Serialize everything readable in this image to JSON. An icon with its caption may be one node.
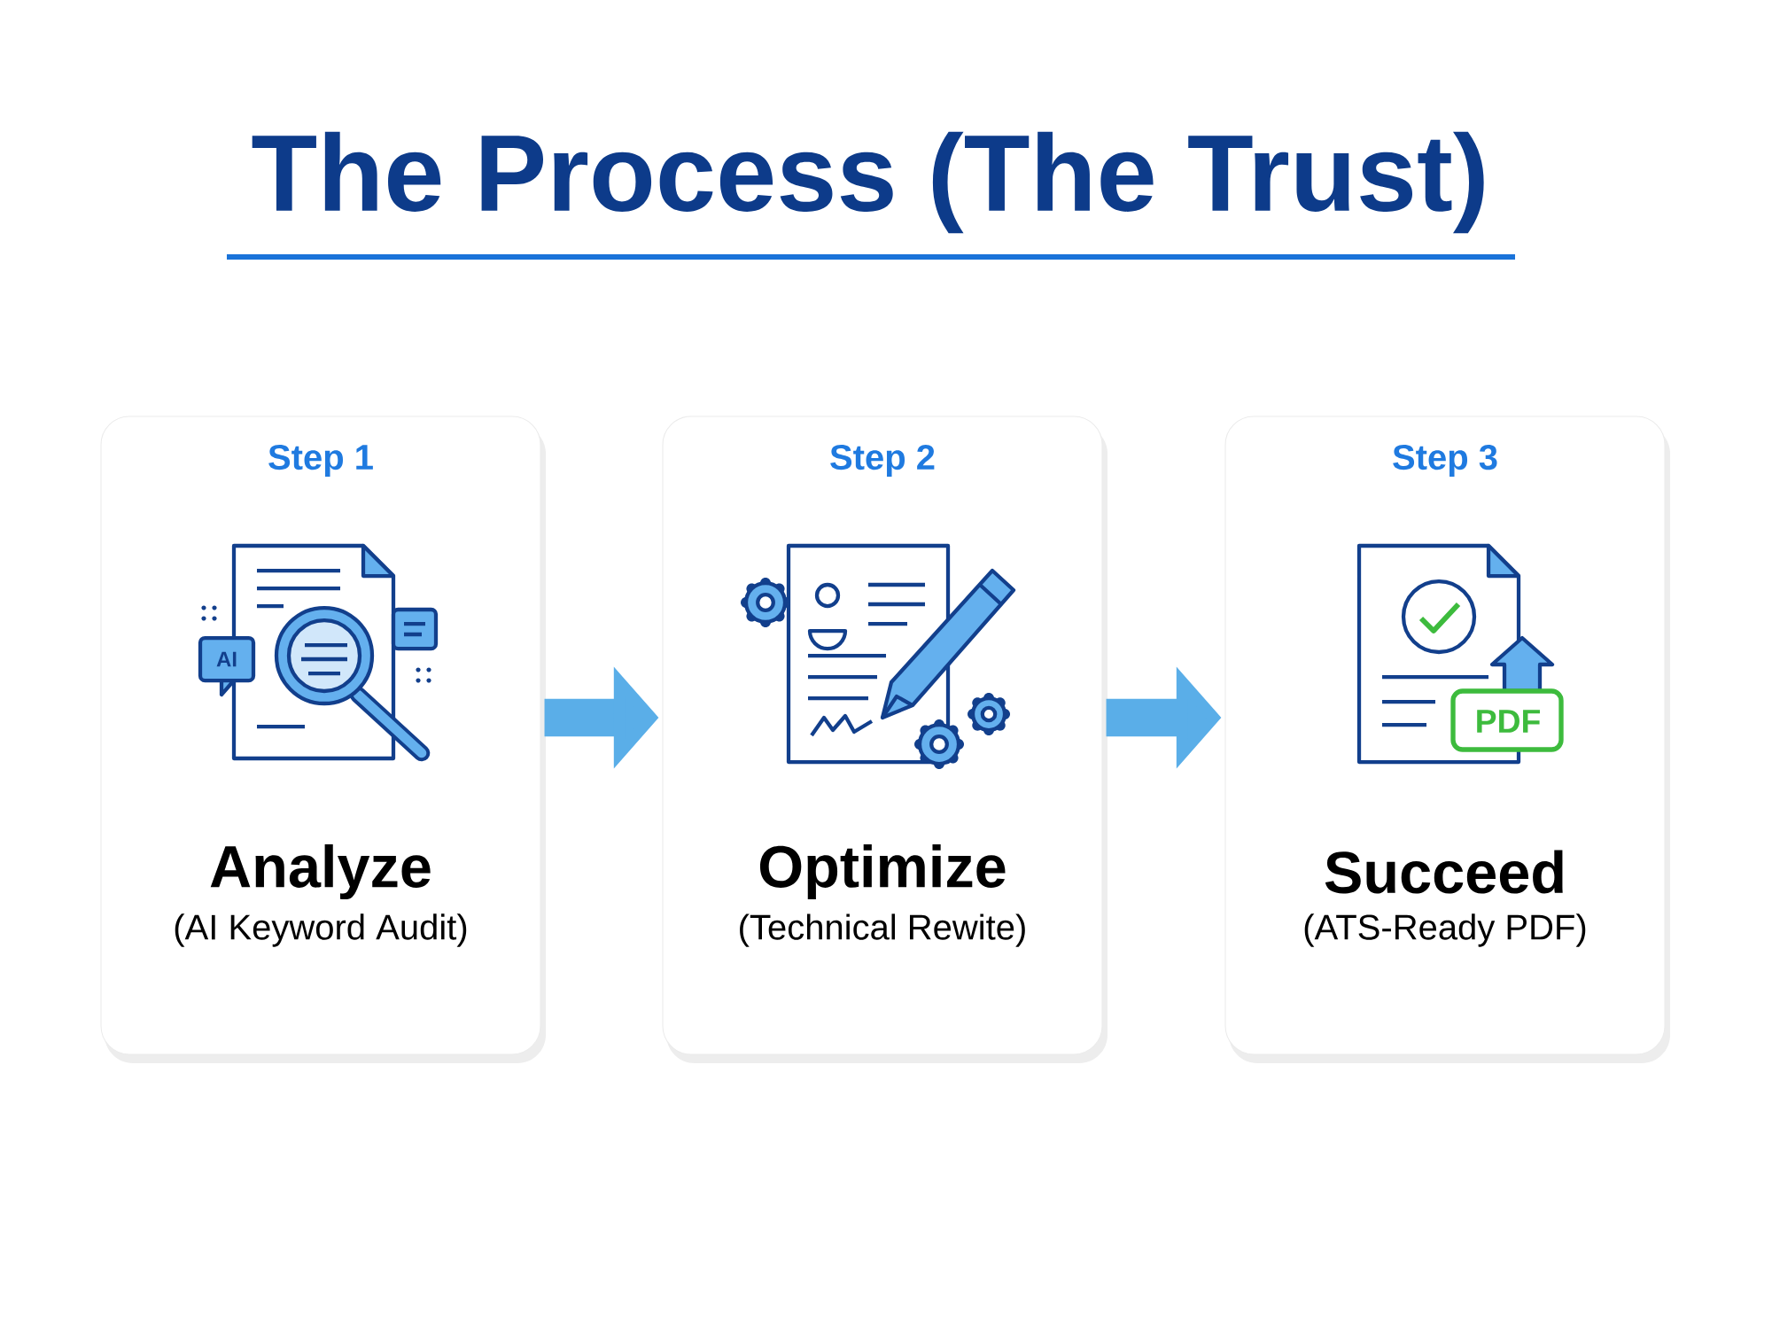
{
  "diagram": {
    "title": "The Process (The Trust)",
    "nodes": [
      {
        "text": [
          "Step 1",
          "Analyze",
          "(AI Keyword Audit)"
        ]
      },
      {
        "text": [
          "Step 2",
          "Optimize",
          "(Technical Rewite)"
        ]
      },
      {
        "text": [
          "Step 3",
          "Succeed",
          "(ATS-Ready PDF)"
        ]
      }
    ],
    "edges": [
      {
        "from": 0,
        "to": 1,
        "arrow": "to"
      },
      {
        "from": 1,
        "to": 2,
        "arrow": "to"
      }
    ],
    "labels": [
      "AI",
      "PDF"
    ]
  }
}
